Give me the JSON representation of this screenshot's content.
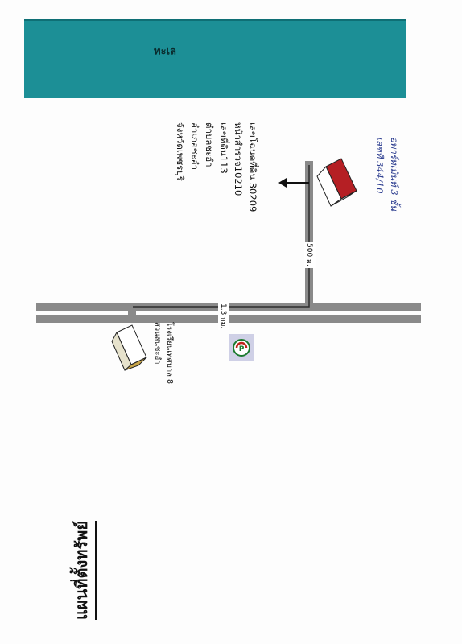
{
  "map": {
    "title": "แผนที่ตั้งทรัพย์",
    "sea_label": "ทะเล",
    "land_info": [
      "เลขโฉนดที่ดิน 30209",
      "หน้าสำรวจ10210",
      "เลขที่ดิน113",
      "ตำบลชะอำ",
      "อำเภอชะอำ",
      "จังหวัดเพชรบุรี"
    ],
    "distance_main_road": "1.3 กม.",
    "distance_side_road": "500 ม.",
    "school_label": [
      "โรงเรียนเทศบาล 8",
      "สวนสนชะอำ"
    ],
    "handwritten_note": [
      "อพาร์ทเม้นท์ 3 ชั้น",
      "เลขที่ 344/10"
    ],
    "colors": {
      "sea": "#1c8f96",
      "road": "#8a8a8a",
      "route_line": "#2c2c2c",
      "property_roof": "#b51f24",
      "school_roof": "#c9a64a",
      "station_badge": "#cfd0e6"
    },
    "icons": [
      "property-building-icon",
      "school-building-icon",
      "ptt-station-icon",
      "direction-arrow-icon"
    ]
  }
}
